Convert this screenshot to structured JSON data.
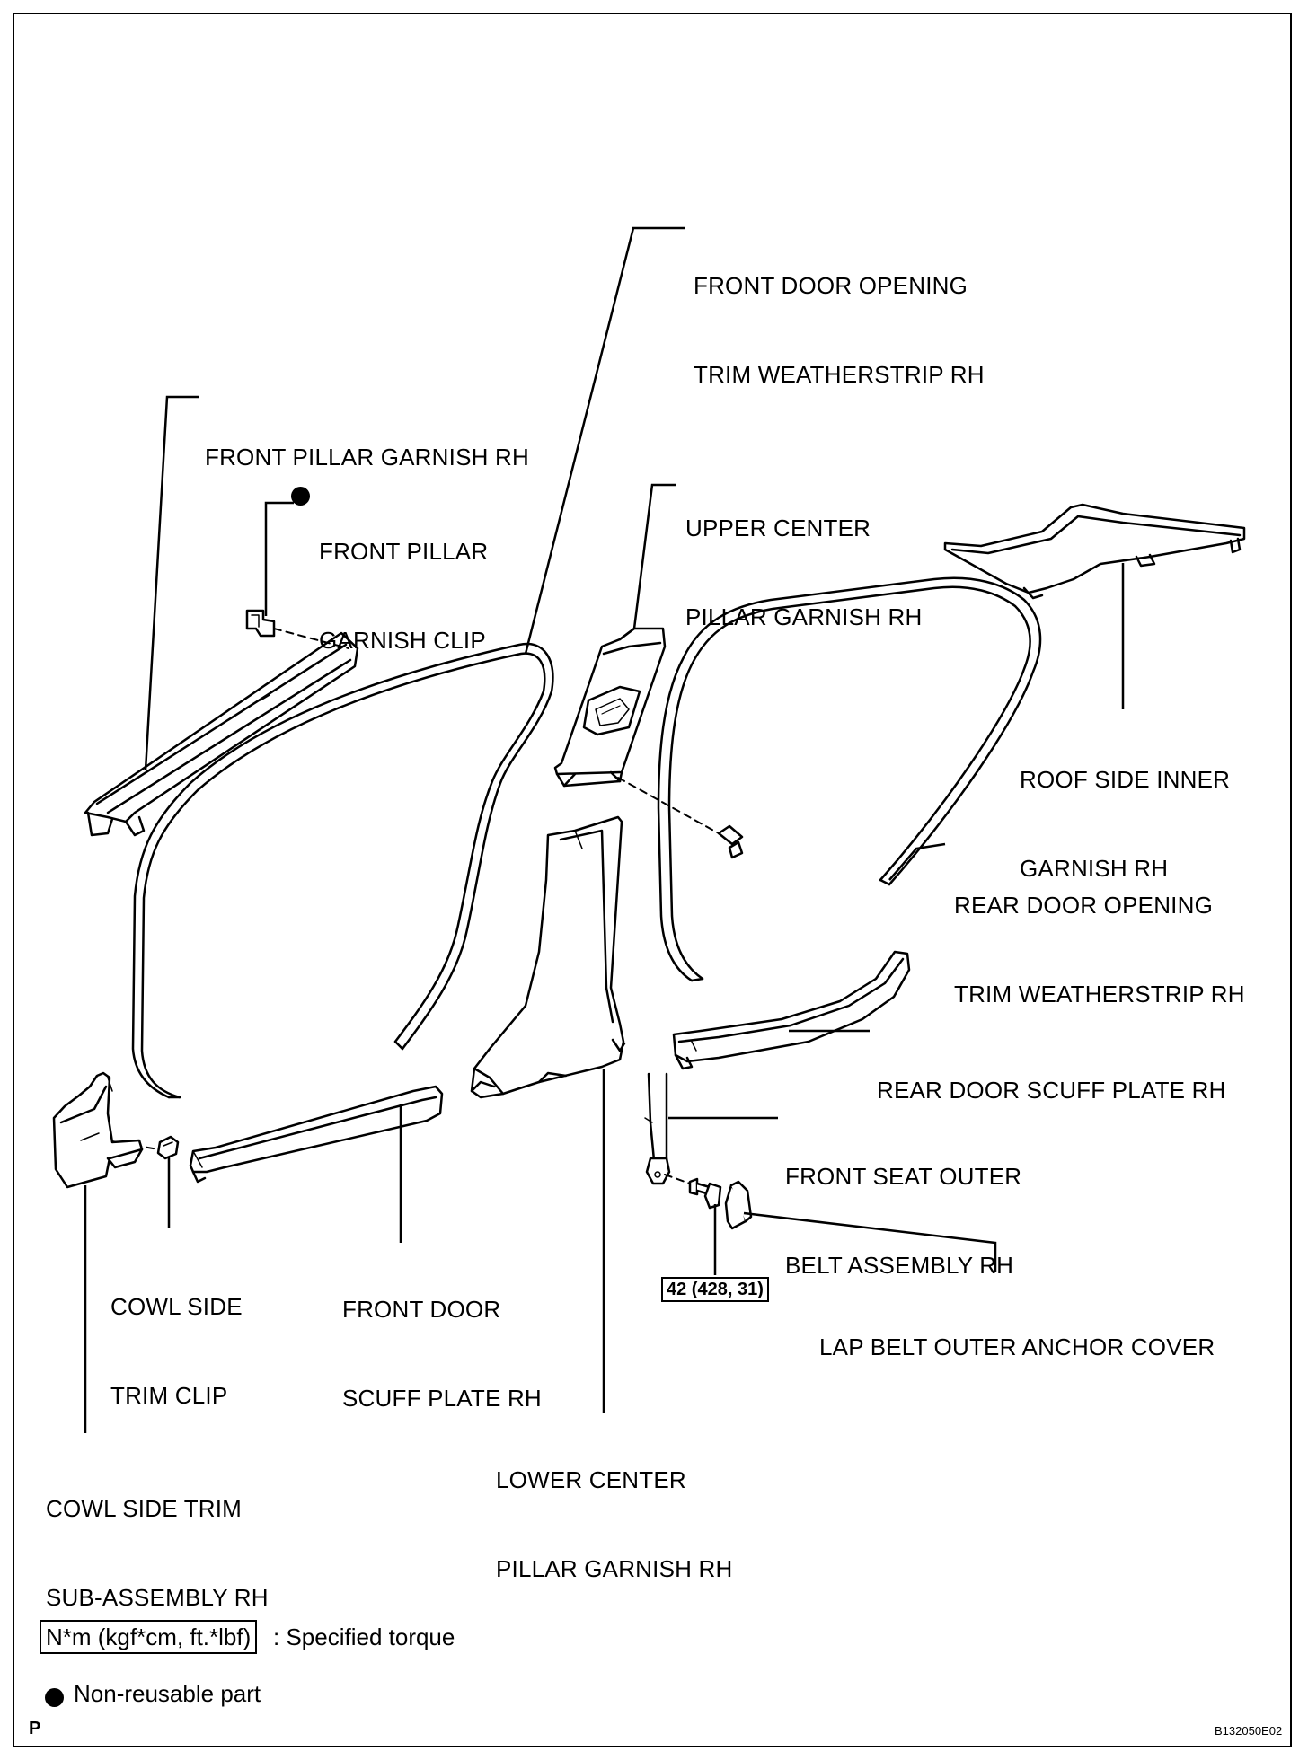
{
  "labels": {
    "front_door_opening_weatherstrip": [
      "FRONT DOOR OPENING",
      "TRIM WEATHERSTRIP RH"
    ],
    "front_pillar_garnish": [
      "FRONT PILLAR GARNISH RH"
    ],
    "front_pillar_garnish_clip": [
      "FRONT PILLAR",
      "GARNISH CLIP"
    ],
    "upper_center_pillar_garnish": [
      "UPPER CENTER",
      "PILLAR GARNISH RH"
    ],
    "roof_side_inner_garnish": [
      "ROOF SIDE INNER",
      "GARNISH RH"
    ],
    "rear_door_opening_weatherstrip": [
      "REAR DOOR OPENING",
      "TRIM WEATHERSTRIP RH"
    ],
    "rear_door_scuff_plate": [
      "REAR DOOR SCUFF PLATE RH"
    ],
    "front_seat_outer_belt": [
      "FRONT SEAT OUTER",
      "BELT ASSEMBLY RH"
    ],
    "lap_belt_outer_anchor_cover": [
      "LAP BELT OUTER ANCHOR COVER"
    ],
    "cowl_side_trim_clip": [
      "COWL SIDE",
      "TRIM CLIP"
    ],
    "front_door_scuff_plate": [
      "FRONT DOOR",
      "SCUFF PLATE RH"
    ],
    "cowl_side_trim_sub_assembly": [
      "COWL SIDE TRIM",
      "SUB-ASSEMBLY RH"
    ],
    "lower_center_pillar_garnish": [
      "LOWER CENTER",
      "PILLAR GARNISH RH"
    ]
  },
  "torque_value": "42 (428, 31)",
  "legend": {
    "torque_box": "N*m (kgf*cm, ft.*lbf)",
    "torque_text": ": Specified torque",
    "non_reusable": "Non-reusable part"
  },
  "footer": {
    "page_mark": "P",
    "figure_code": "B132050E02"
  }
}
